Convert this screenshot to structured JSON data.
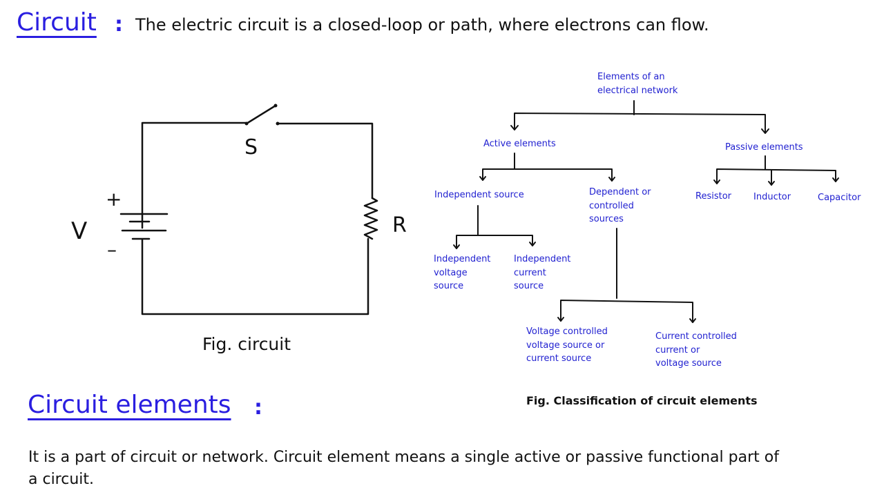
{
  "definition": {
    "term": "Circuit",
    "separator": ":",
    "text": "The electric circuit is a closed-loop or path, where electrons can flow."
  },
  "circuit_figure": {
    "labels": {
      "switch": "S",
      "resistor": "R",
      "voltage": "V",
      "plus": "+",
      "minus": "–"
    },
    "caption": "Fig. circuit"
  },
  "classification_figure": {
    "root": "Elements of an\nelectrical network",
    "active": "Active elements",
    "passive": "Passive elements",
    "independent_source": "Independent source",
    "dependent_source": "Dependent or\ncontrolled\nsources",
    "independent_voltage": "Independent\nvoltage\nsource",
    "independent_current": "Independent\ncurrent\nsource",
    "vc_source": "Voltage controlled\nvoltage source or\ncurrent source",
    "cc_source": "Current controlled\ncurrent or\nvoltage source",
    "resistor": "Resistor",
    "inductor": "Inductor",
    "capacitor": "Capacitor",
    "caption": "Fig. Classification of circuit elements"
  },
  "section": {
    "title": "Circuit elements",
    "separator": ":",
    "text": "It is a part of circuit or network. Circuit element means a single active or passive functional part of a circuit."
  }
}
